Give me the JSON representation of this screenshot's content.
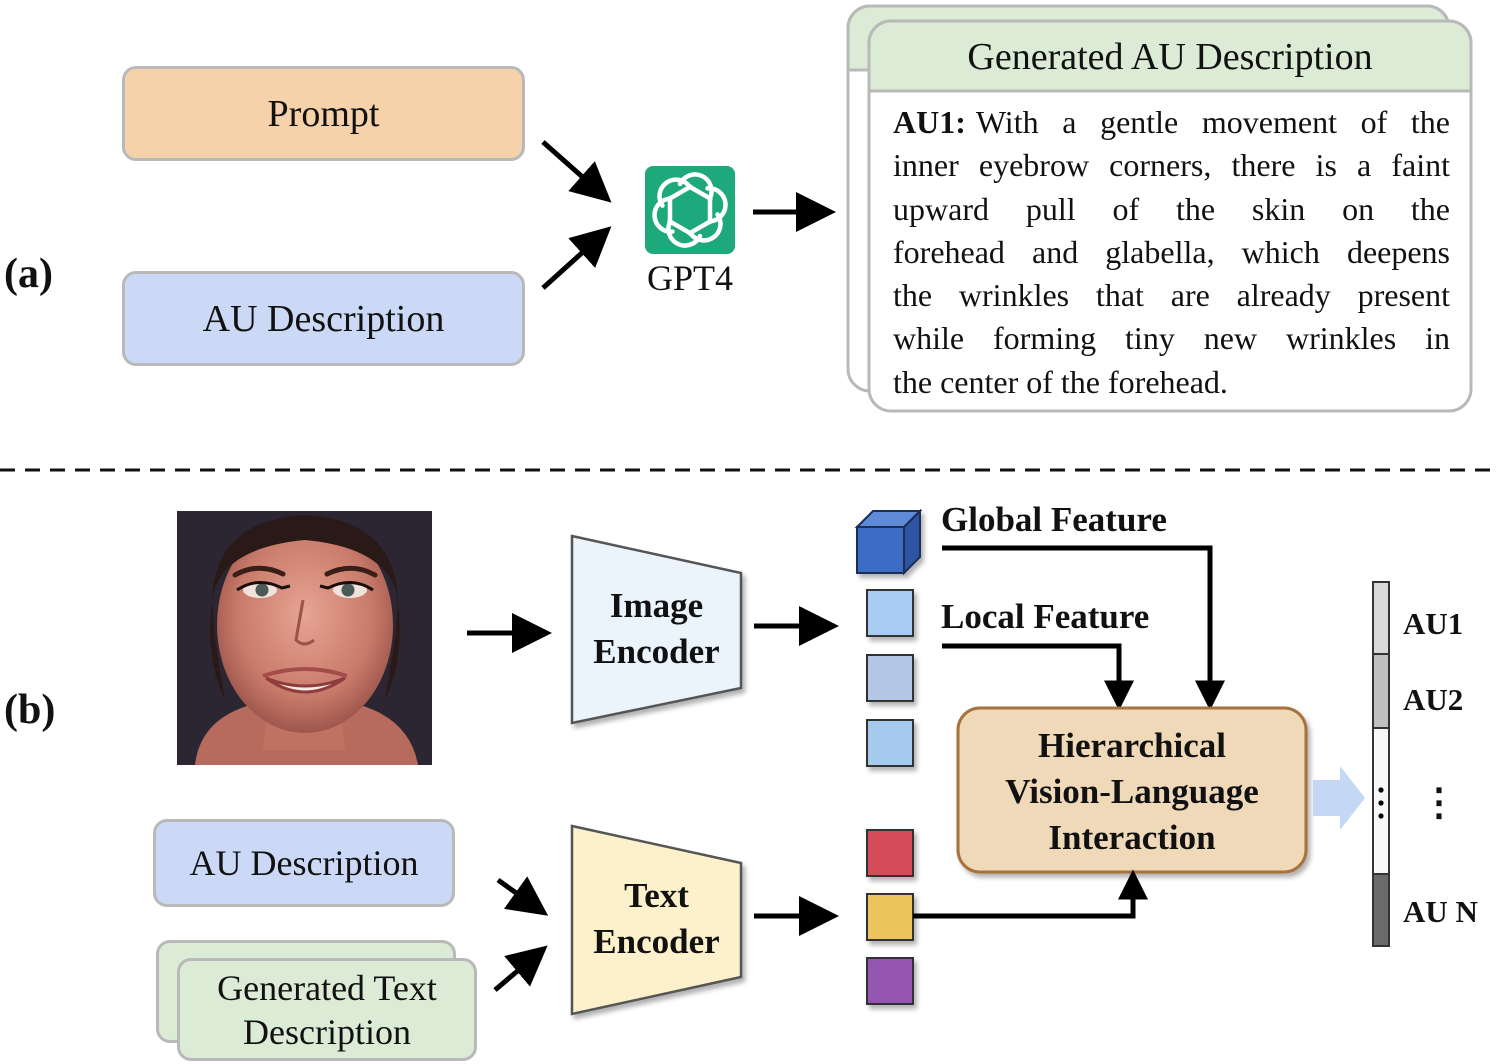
{
  "panel_a": {
    "label": "(a)",
    "prompt_box": "Prompt",
    "au_description_box": "AU Description",
    "model_label": "GPT4",
    "model_icon": "openai-logo-icon",
    "output_card": {
      "title": "Generated AU Description",
      "lead": "AU1:",
      "lines": [
        "With a gentle movement of the",
        "inner eyebrow corners, there is a faint",
        "upward pull of the skin on the",
        "forehead and glabella, which deepens",
        "the wrinkles that are already present",
        "while forming tiny new wrinkles in",
        "the center of the forehead."
      ]
    }
  },
  "panel_b": {
    "label": "(b)",
    "face_photo": "face-photo",
    "image_encoder": [
      "Image",
      "Encoder"
    ],
    "text_encoder": [
      "Text",
      "Encoder"
    ],
    "global_feature": "Global Feature",
    "local_feature": "Local Feature",
    "interaction_module": [
      "Hierarchical",
      "Vision-Language",
      "Interaction"
    ],
    "au_description_box": "AU Description",
    "generated_text_box": [
      "Generated Text",
      "Description"
    ],
    "outputs": {
      "au1": "AU1",
      "au2": "AU2",
      "dots": "⋮",
      "aun": "AU N"
    }
  },
  "colors": {
    "prompt_fill": "#f6d2aa",
    "au_desc_fill": "#cbd9f6",
    "green_fill": "#dcebd6",
    "gpt_green": "#1ea97c",
    "image_encoder_fill": "#ebf3fb",
    "text_encoder_fill": "#fdf1cb",
    "interaction_fill": "#f0d9b8",
    "interaction_border": "#a8723e",
    "global_cube": "#3e6cc4",
    "local_1": "#a8ccf4",
    "local_2": "#b4c6e6",
    "local_3": "#a6c9ee",
    "text_red": "#d64b5a",
    "text_yellow": "#ecc65c",
    "text_purple": "#9456b0"
  }
}
